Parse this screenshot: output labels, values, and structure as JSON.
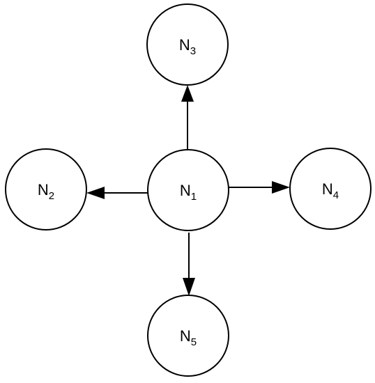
{
  "diagram": {
    "nodes": [
      {
        "id": "n1",
        "base": "N",
        "sub": "1"
      },
      {
        "id": "n2",
        "base": "N",
        "sub": "2"
      },
      {
        "id": "n3",
        "base": "N",
        "sub": "3"
      },
      {
        "id": "n4",
        "base": "N",
        "sub": "4"
      },
      {
        "id": "n5",
        "base": "N",
        "sub": "5"
      }
    ],
    "edges": [
      {
        "from": "n1",
        "to": "n3"
      },
      {
        "from": "n1",
        "to": "n2"
      },
      {
        "from": "n1",
        "to": "n4"
      },
      {
        "from": "n1",
        "to": "n5"
      }
    ],
    "colors": {
      "stroke": "#000000",
      "fill": "#ffffff"
    }
  }
}
